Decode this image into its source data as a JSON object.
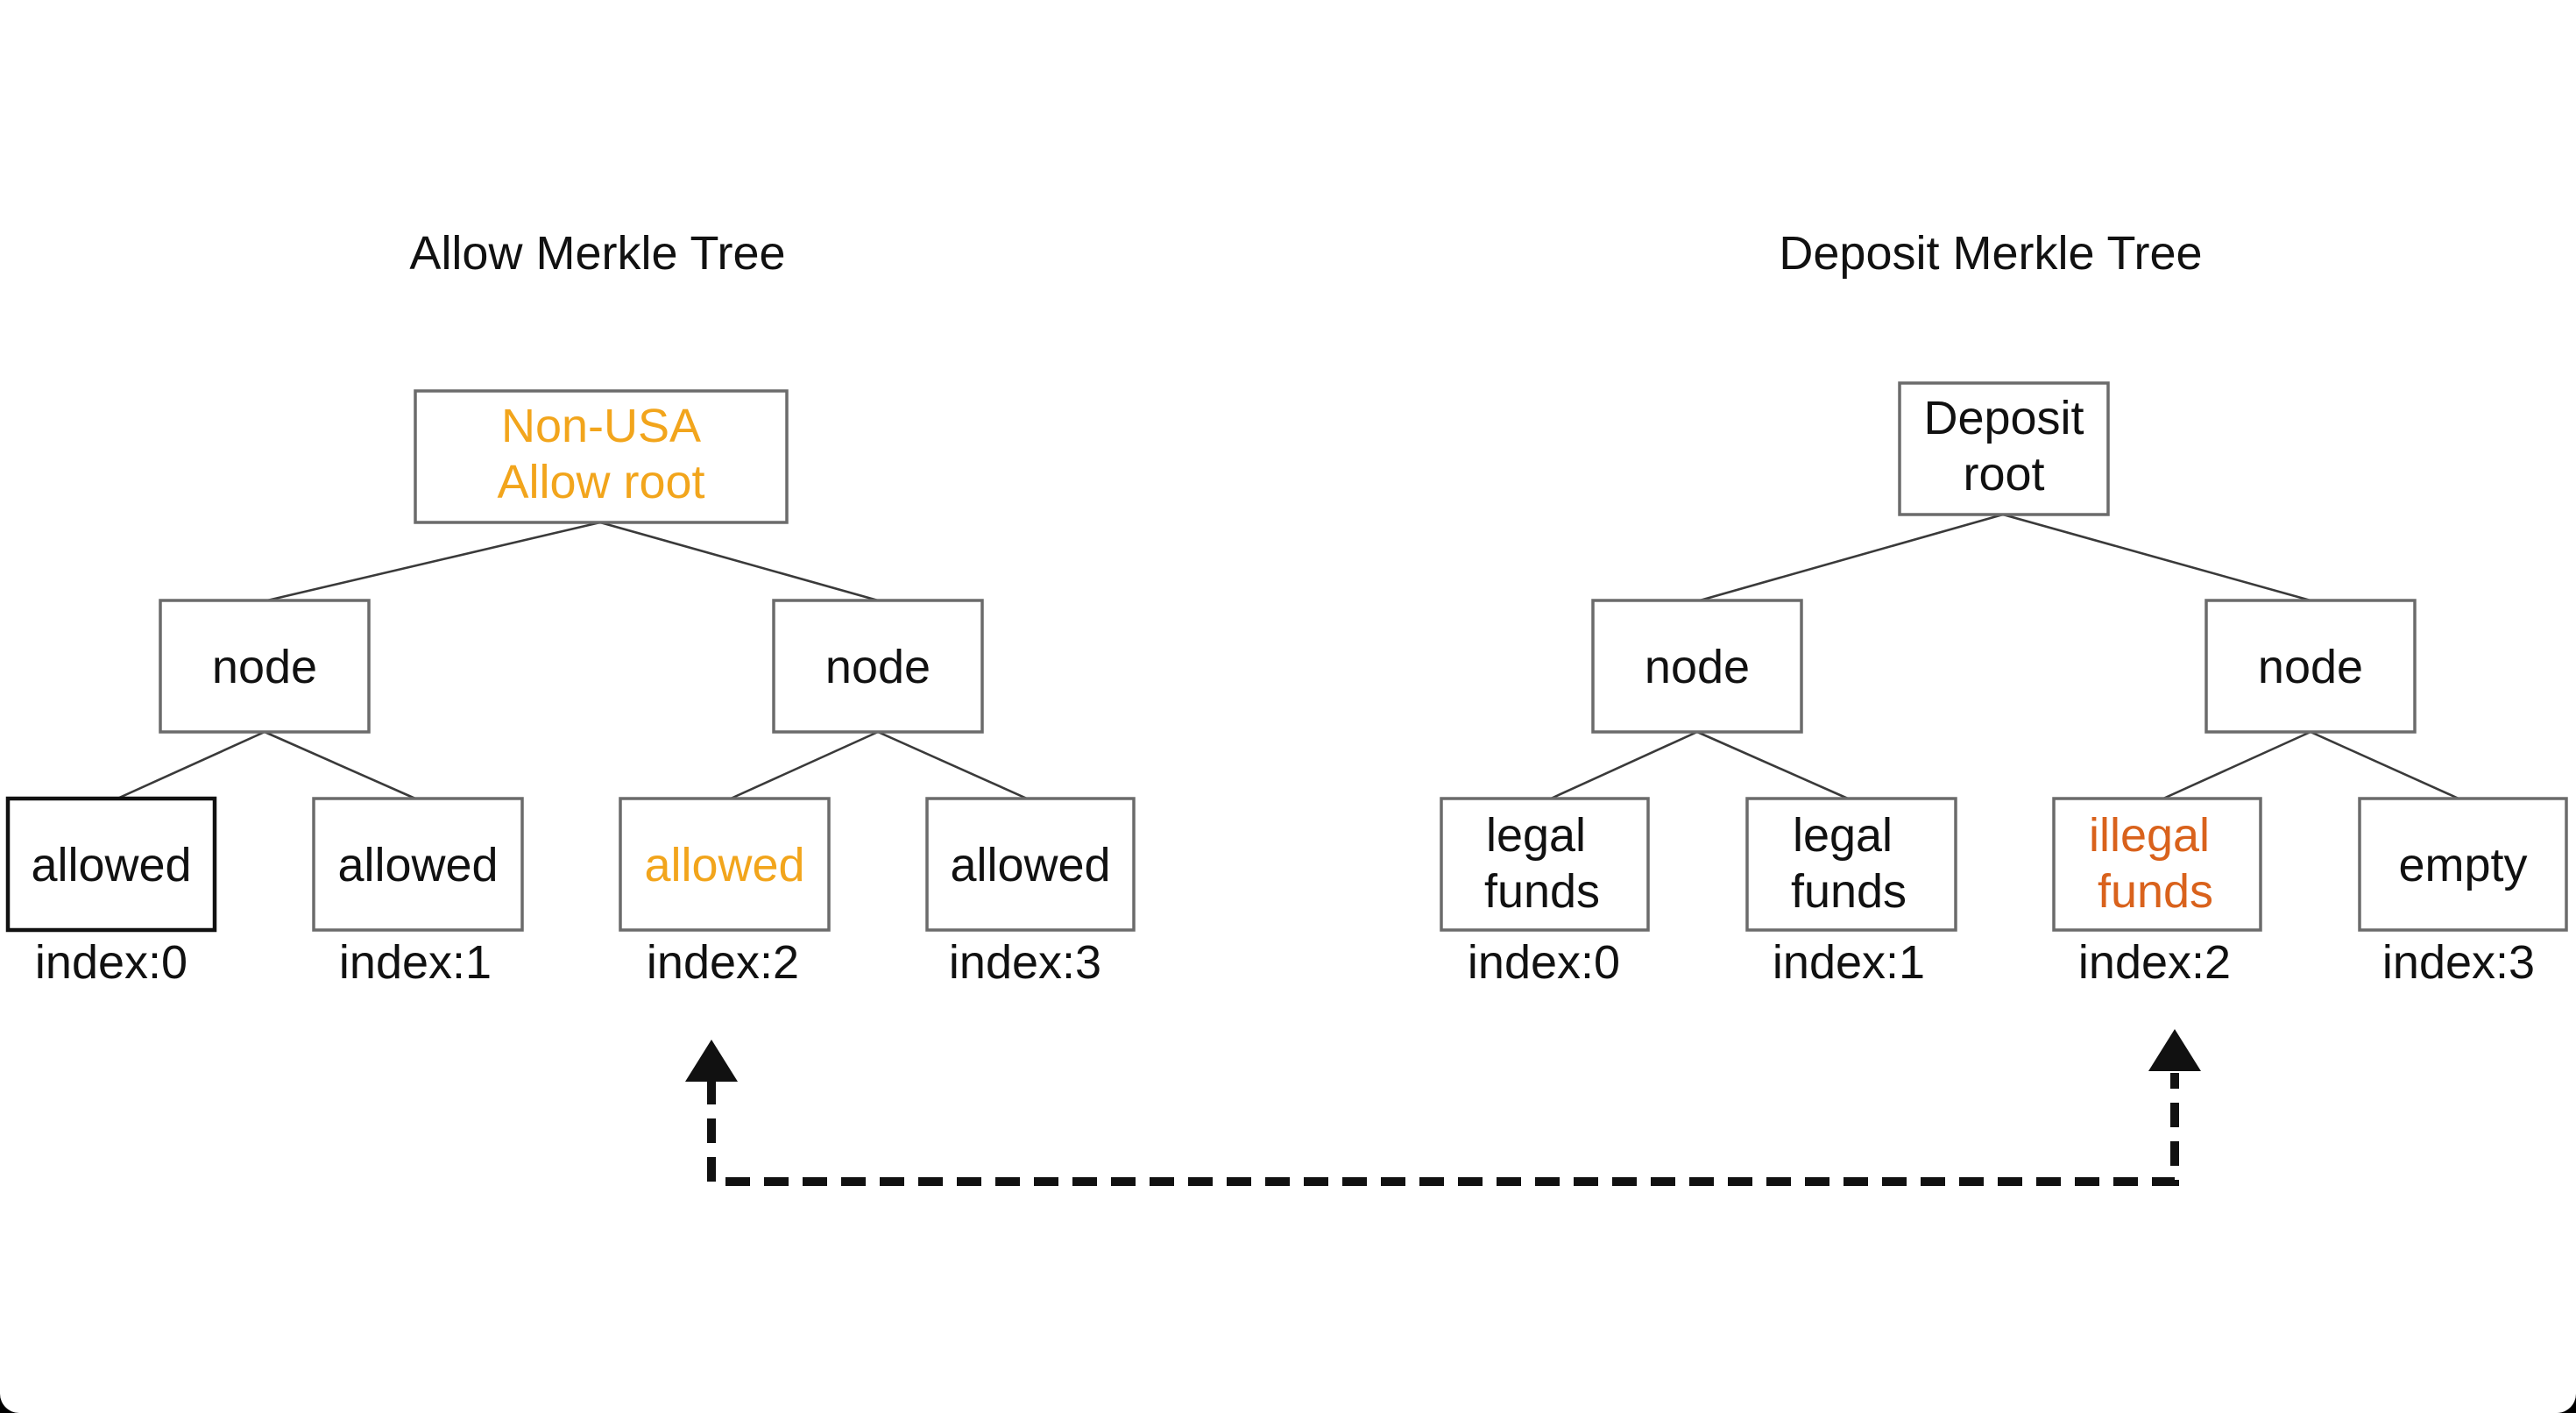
{
  "colors": {
    "highlight_orange": "#f2a51c",
    "highlight_red_orange": "#d9621c",
    "text": "#111111",
    "box_border": "#6b6b6b"
  },
  "allow_tree": {
    "title": "Allow Merkle Tree",
    "root": {
      "line1": "Non-USA",
      "line2": "Allow root"
    },
    "nodes": [
      "node",
      "node"
    ],
    "leaves": [
      "allowed",
      "allowed",
      "allowed",
      "allowed"
    ],
    "indices": [
      "index:0",
      "index:1",
      "index:2",
      "index:3"
    ]
  },
  "deposit_tree": {
    "title": "Deposit Merkle Tree",
    "root": {
      "line1": "Deposit",
      "line2": "root"
    },
    "nodes": [
      "node",
      "node"
    ],
    "leaves": [
      {
        "line1": "legal",
        "line2": "funds"
      },
      {
        "line1": "legal",
        "line2": "funds"
      },
      {
        "line1": "illegal",
        "line2": "funds"
      },
      {
        "line1": "empty"
      }
    ],
    "indices": [
      "index:0",
      "index:1",
      "index:2",
      "index:3"
    ]
  },
  "connector": {
    "from": "allow_tree.leaves.2",
    "to": "deposit_tree.leaves.2",
    "style": "dashed",
    "arrows": "both-ends"
  }
}
